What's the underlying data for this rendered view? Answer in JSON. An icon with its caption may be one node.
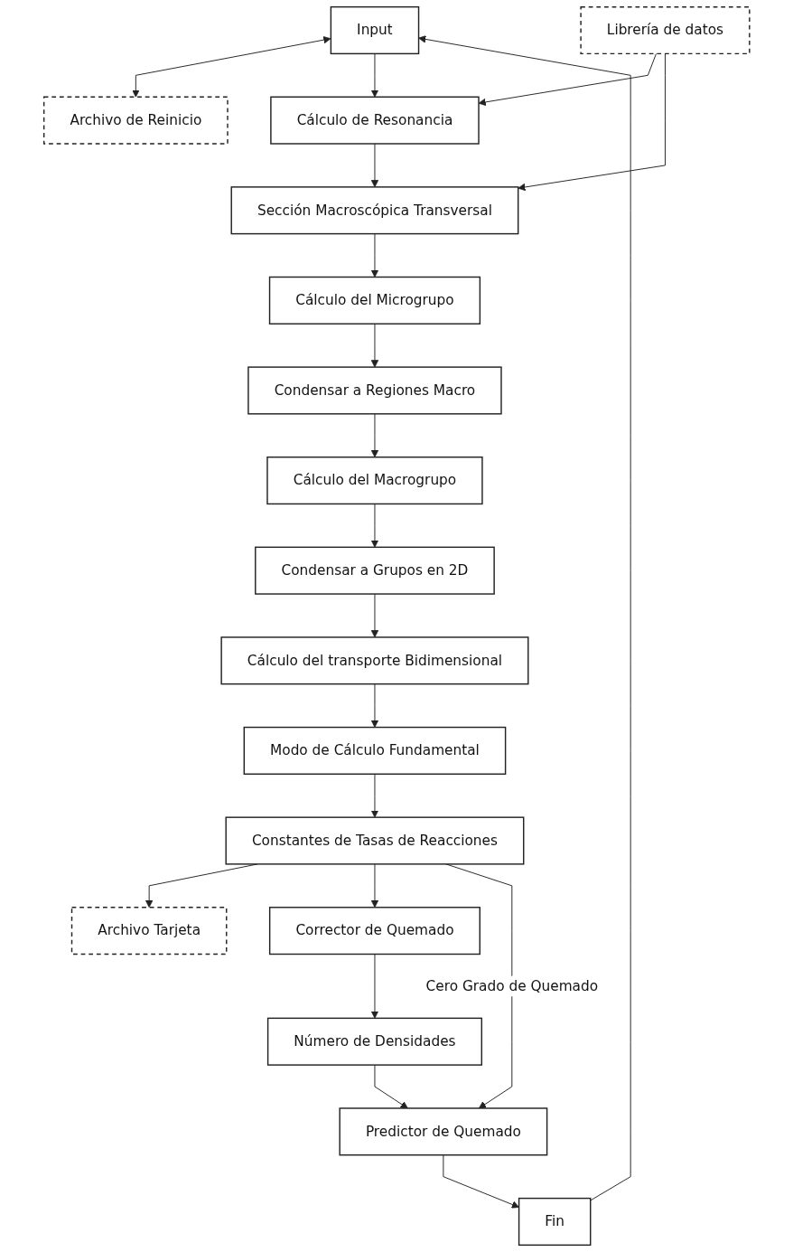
{
  "diagram": {
    "nodes": [
      {
        "text": [
          "Input"
        ]
      },
      {
        "text": [
          "Archivo de Reinicio"
        ]
      },
      {
        "text": [
          "Cálculo de Resonancia"
        ]
      },
      {
        "text": [
          "Librería de datos"
        ]
      },
      {
        "text": [
          "Sección Macroscópica Transversal"
        ]
      },
      {
        "text": [
          "Cálculo del Microgrupo"
        ]
      },
      {
        "text": [
          "Condensar a Regiones Macro"
        ]
      },
      {
        "text": [
          "Cálculo del Macrogrupo"
        ]
      },
      {
        "text": [
          "Condensar a Grupos en 2D"
        ]
      },
      {
        "text": [
          "Cálculo del transporte Bidimensional"
        ]
      },
      {
        "text": [
          "Modo de Cálculo Fundamental"
        ]
      },
      {
        "text": [
          "Constantes de Tasas de Reacciones"
        ]
      },
      {
        "text": [
          "Archivo Tarjeta"
        ]
      },
      {
        "text": [
          "Corrector de Quemado"
        ]
      },
      {
        "text": [
          "Número de Densidades"
        ]
      },
      {
        "text": [
          "Predictor de Quemado"
        ]
      },
      {
        "text": [
          "Fin"
        ]
      }
    ],
    "edges": [
      {
        "from": 0,
        "to": 1,
        "arrow": "both"
      },
      {
        "from": 0,
        "to": 2,
        "arrow": "to"
      },
      {
        "from": 3,
        "to": 2,
        "arrow": "to"
      },
      {
        "from": 3,
        "to": 4,
        "arrow": "to"
      },
      {
        "from": 2,
        "to": 4,
        "arrow": "to"
      },
      {
        "from": 4,
        "to": 5,
        "arrow": "to"
      },
      {
        "from": 5,
        "to": 6,
        "arrow": "to"
      },
      {
        "from": 6,
        "to": 7,
        "arrow": "to"
      },
      {
        "from": 7,
        "to": 8,
        "arrow": "to"
      },
      {
        "from": 8,
        "to": 9,
        "arrow": "to"
      },
      {
        "from": 9,
        "to": 10,
        "arrow": "to"
      },
      {
        "from": 10,
        "to": 11,
        "arrow": "to"
      },
      {
        "from": 11,
        "to": 12,
        "arrow": "to"
      },
      {
        "from": 11,
        "to": 13,
        "arrow": "to"
      },
      {
        "from": 11,
        "to": 15,
        "arrow": "to",
        "label": "Cero Grado de Quemado"
      },
      {
        "from": 13,
        "to": 14,
        "arrow": "to"
      },
      {
        "from": 14,
        "to": 15,
        "arrow": "to"
      },
      {
        "from": 15,
        "to": 16,
        "arrow": "to"
      },
      {
        "from": 16,
        "to": 0,
        "arrow": "to"
      }
    ]
  }
}
